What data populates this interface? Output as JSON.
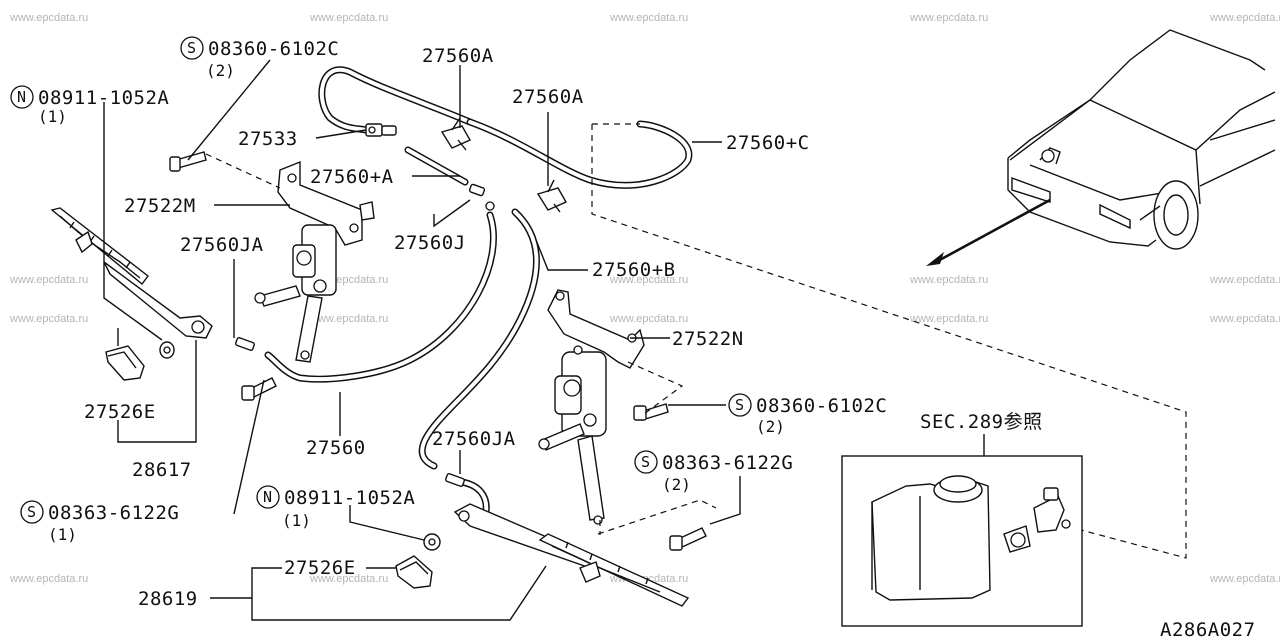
{
  "watermark": "www.epcdata.ru",
  "diagram_code": "A286A027",
  "section_ref": "SEC.289参照",
  "labels": {
    "s_08360_top": "08360-6102C",
    "s_08360_top_qty": "(2)",
    "n_08911_top": "08911-1052A",
    "n_08911_top_qty": "(1)",
    "p27533": "27533",
    "p27560A_1": "27560A",
    "p27560A_2": "27560A",
    "p27560C": "27560+C",
    "p27560A_plus": "27560+A",
    "p27522M": "27522M",
    "p27560J": "27560J",
    "p27560JA_1": "27560JA",
    "p27560B": "27560+B",
    "p27522N": "27522N",
    "s_08360_right": "08360-6102C",
    "s_08360_right_qty": "(2)",
    "p27526E_1": "27526E",
    "p28617": "28617",
    "p27560": "27560",
    "p27560JA_2": "27560JA",
    "s_08363_right": "08363-6122G",
    "s_08363_right_qty": "(2)",
    "s_08363_left": "08363-6122G",
    "s_08363_left_qty": "(1)",
    "n_08911_bottom": "08911-1052A",
    "n_08911_bottom_qty": "(1)",
    "p27526E_2": "27526E",
    "p28619": "28619"
  },
  "symbols": {
    "s": "S",
    "n": "N"
  }
}
